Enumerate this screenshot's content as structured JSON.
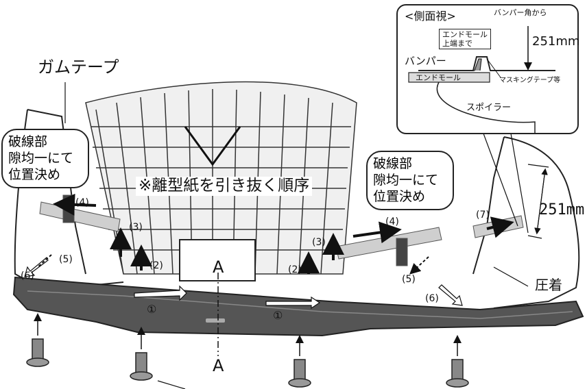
{
  "labels": {
    "gum_tape": "ガムテープ",
    "instruction": "※離型紙を引き抜く順序",
    "crimp": "圧着",
    "dimension_right": "251mm",
    "section_marker_top": "A",
    "section_marker_bottom": "A"
  },
  "callouts": {
    "left": [
      "破線部",
      "隙均一にて",
      "位置決め"
    ],
    "right": [
      "破線部",
      "隙均一にて",
      "位置決め"
    ]
  },
  "side_view": {
    "title": "<側面視>",
    "bumper_corner_from": "バンパー角から",
    "end_mold_top": [
      "エンドモール",
      "上端まで"
    ],
    "bumper": "バンパー",
    "end_mold": "エンドモール",
    "masking_tape": "マスキングテープ等",
    "spoiler": "スポイラー",
    "dimension": "251mm"
  },
  "steps": {
    "s1_left": "①",
    "s1_right": "①",
    "s2_left": "(2)",
    "s2_right": "(2)",
    "s3_left": "(3)",
    "s3_right": "(3)",
    "s4_left": "(4)",
    "s4_right": "(4)",
    "s5_left": "(5)",
    "s5_right": "(5)",
    "s6_left": "(6)",
    "s6_right": "(6)",
    "s7_right": "(7)"
  },
  "colors": {
    "line": "#222222",
    "spoiler_dark": "#4a4a4a",
    "tape_gray": "#c8c8c8",
    "arrow": "#1a1a1a"
  }
}
